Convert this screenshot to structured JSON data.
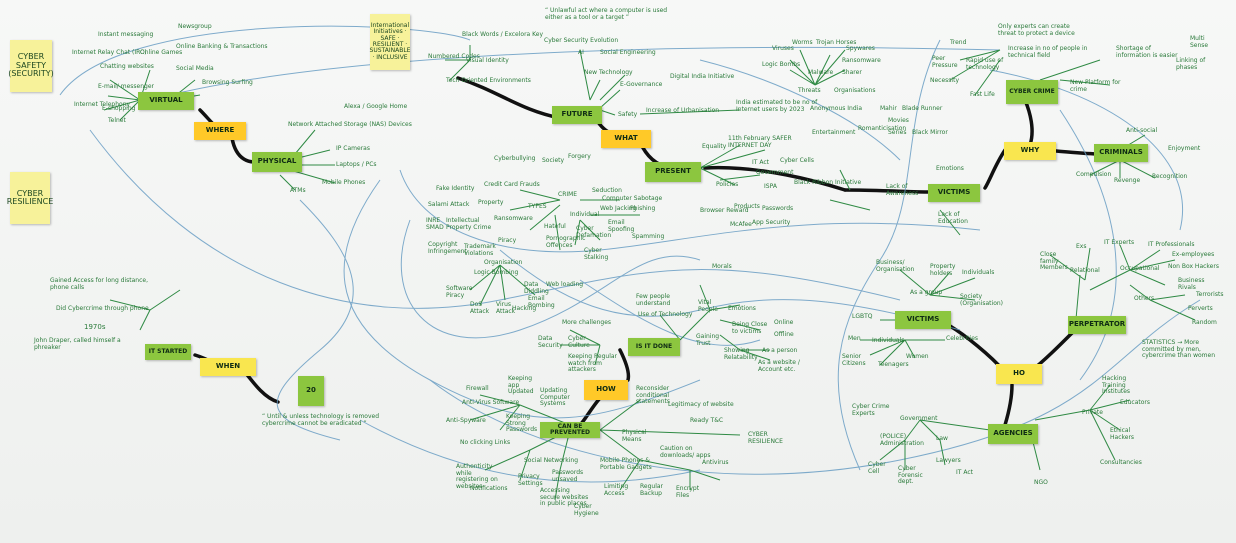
{
  "sticky_notes": {
    "cyber_safety": "CYBER SAFETY (SECURITY)",
    "cyber_resilience": "CYBER RESILIENCE",
    "international_initiatives": "International Initiatives · SAFE · RESILIENT · SUSTAINABLE · INCLUSIVE",
    "virtual": "VIRTUAL",
    "where": "WHERE",
    "physical": "PHYSICAL",
    "future": "FUTURE",
    "what": "WHAT",
    "present": "PRESENT",
    "cyber_crime": "CYBER CRIME",
    "why": "WHY",
    "criminals": "CRIMINALS",
    "victims_top": "VICTIMS",
    "victims_mid": "VICTIMS",
    "perpetrator": "PERPETRATOR",
    "ho": "HO",
    "agencies": "AGENCIES",
    "it_started": "IT STARTED",
    "when": "WHEN",
    "small_note": "20",
    "is_it_done": "IS IT DONE",
    "how": "HOW",
    "can_be_prevented": "CAN BE PREVENTED"
  },
  "labels": {
    "newsgroup": "Newsgroup",
    "internet_relay_chat": "Internet Relay Chat (IRC)",
    "instant_messaging": "Instant messaging",
    "chatting_websites": "Chatting websites",
    "online_games": "Online Games",
    "online_banking": "Online Banking & Transactions",
    "email_messenger": "E-mail/ messenger",
    "social_media": "Social Media",
    "browsing_surfing": "Browsing Surfing",
    "internet_telephony": "Internet Telephony",
    "e_shopping": "E-shopping",
    "telnet": "Telnet",
    "nas": "Network Attached Storage (NAS) Devices",
    "alexa": "Alexa / Google Home",
    "ip_cameras": "IP Cameras",
    "laptops": "Laptops / PCs",
    "mobile_phones": "Mobile Phones",
    "atms": "ATMs",
    "quote_top": "“ Unlawful act where a computer is used either as a tool or a target ”",
    "black_words": "Black Words / Excelora Key",
    "numbered_codes": "Numbered Codes",
    "visual_identity": "Visual Identity",
    "tech_oriented": "Tech Oriented Environments",
    "cyber_security_evolution": "Cyber Security Evolution",
    "ai": "AI",
    "social_engineering": "Social Engineering",
    "new_technology": "New Technology",
    "e_governance": "E-Governance",
    "digital_india": "Digital India Initiative",
    "safety": "Safety",
    "urbanisation": "Increase of Urbanisation",
    "india_estimate": "India estimated to be no of Internet users by 2023",
    "viruses": "Viruses",
    "worms": "Worms",
    "trojan_horses": "Trojan Horses",
    "spyware": "Spywares",
    "malware": "Malware",
    "logic_bombs": "Logic Bombs",
    "ransomware": "Ransomware",
    "sharer": "Sharer",
    "threats": "Threats",
    "anonymous_india": "Anonymous India",
    "organisations": "Organisations",
    "equality": "Equality",
    "safer_internet_day": "11th February SAFER INTERNET DAY",
    "entertainment": "Entertainment",
    "romanticisation": "Romanticisation",
    "series": "Series",
    "movies": "Movies",
    "black_mirror": "Black Mirror",
    "mahir": "Mahir",
    "blade_runner": "Blade Runner",
    "only_experts": "Only experts can create threat to protect a device",
    "trend": "Trend",
    "peer_pressure": "Peer Pressure",
    "rapid_use": "Rapid use of technology",
    "increase_no": "Increase in no of people in technical field",
    "necessity": "Necessity",
    "fast_life": "Fast Life",
    "shortage_info": "Shortage of information is easier",
    "multi_sense": "Multi Sense",
    "linking": "Linking of phases",
    "new_platform": "New Platform for crime",
    "anti_social": "Anti-social",
    "enjoyment": "Enjoyment",
    "compulsion": "Compulsion",
    "revenge": "Revenge",
    "recognition": "Recognition",
    "lack_awareness": "Lack of Awareness",
    "emotions": "Emotions",
    "lack_education": "Lack of Education",
    "cyberbullying": "Cyberbullying",
    "society": "Society",
    "forgery": "Forgery",
    "credit_card_frauds": "Credit Card Frauds",
    "fake_identity": "Fake Identity",
    "salami_attack": "Salami Attack",
    "property": "Property",
    "ransomware2": "Ransomware",
    "intellectual_property": "Intellectual Property Crime",
    "inre_smad": "INRE SMAD",
    "copyright": "Copyright Infringement",
    "trademark": "Trademark Violations",
    "piracy": "Piracy",
    "types": "TYPES",
    "crime": "CRIME",
    "seduction": "Seduction",
    "computer_sabotage": "Computer Sabotage",
    "phishing": "Phishing",
    "web_jacking": "Web Jacking",
    "individual": "Individual",
    "hateful": "Hateful",
    "cyber_defamation": "Cyber Defamation",
    "email_spoofing": "Email Spoofing",
    "spamming": "Spamming",
    "pornographic": "Pornographic Offences",
    "cyber_stalking": "Cyber Stalking",
    "organisation": "Organisation",
    "logic_bombing": "Logic Bombing",
    "software_piracy": "Software Piracy",
    "dos_attack": "DoS Attack",
    "virus_attack": "Virus Attack",
    "data_diddling": "Data Diddling",
    "hacking": "Hacking",
    "email_bombing": "Email Bombing",
    "policies": "Policies",
    "it_act": "IT Act",
    "government": "Government",
    "cyber_cells": "Cyber Cells",
    "ispa": "ISPA",
    "black_ribbon": "Black Ribbon Initiative",
    "browser_reward": "Browser Reward",
    "products": "Products",
    "mcafee": "McAfee",
    "passwords": "Passwords",
    "app_security": "App Security",
    "gained_access": "Gained Access for long distance, phone calls",
    "did_cybercrime": "Did Cybercrime through phone",
    "year_1970": "1970s",
    "john_draper": "John Draper, called himself a phreaker",
    "quote_bottom": "“ Until & unless technology is removed cybercrime cannot be eradicated ”",
    "few_people": "Few people understand",
    "morals": "Morals",
    "use_of_technology": "Use of Technology",
    "vital_people": "Vital People",
    "emotions2": "Emotions",
    "being_close": "Being Close to victims",
    "online": "Online",
    "offline": "Offline",
    "gaining_trust": "Gaining Trust",
    "showing_relatability": "Showing Relatability",
    "as_a_person": "As a person",
    "as_a_website": "As a website / Account etc.",
    "web_loading": "Web loading",
    "keeping_regular": "Keeping Regular watch from attackers",
    "more_challenges": "More challenges",
    "cyber_culture": "Cyber Culture",
    "data_security": "Data Security",
    "keeping_app": "Keeping app Updated",
    "updated_computer": "Updating Computer Systems",
    "firewall": "Firewall",
    "antivirus": "Anti-Virus Software",
    "anti_spyware": "Anti-Spyware",
    "keeping_strong": "Keeping Strong Passwords",
    "no_clicking": "No clicking Links",
    "social_networking": "Social Networking",
    "authenticity": "Authenticity while registering on websites",
    "privacy_settings": "Privacy Settings",
    "notifications": "Notifications",
    "password_unsaved": "Passwords unsaved",
    "cyber_hygiene": "Cyber Hygiene",
    "accessing_secure": "Accessing secure websites in public places",
    "physical_means": "Physical Means",
    "mobile_phones_gadgets": "Mobile Phones & Portable Gadgets",
    "caution_downloads": "Caution on downloads/ apps",
    "regular_backup": "Regular Backup",
    "encrypt_files": "Encrypt Files",
    "limiting_access": "Limiting Access",
    "antivirus_h": "Antivirus",
    "legitimacy": "Legitimacy of website",
    "ready_tnc": "Ready T&C",
    "reconsider": "Reconsider conditional statements",
    "cyber_resilience_lbl": "CYBER RESILIENCE",
    "business_org": "Business/ Organisation",
    "property_holders": "Property holders",
    "individuals": "Individuals",
    "as_a_group": "As a group",
    "society_org": "Society (Organisation)",
    "lgbtq": "LGBTQ",
    "men": "Men",
    "individuals2": "Individuals",
    "celebrities": "Celebrities",
    "senior_citizens": "Senior Citizens",
    "teenagers": "Teenagers",
    "women": "Women",
    "cyber_crime_experts": "Cyber Crime Experts",
    "government2": "Government",
    "police": "(POLICE) Administration",
    "law": "Law",
    "cyber_cell": "Cyber Cell",
    "cyber_forensic": "Cyber Forensic dept.",
    "lawyers": "Lawyers",
    "it_act2": "IT Act",
    "ngo": "NGO",
    "private": "Private",
    "hacking_training": "Hacking Training Institutes",
    "educators": "Educators",
    "ethical_hackers": "Ethical Hackers",
    "consultancies": "Consultancies",
    "statistics": "STATISTICS → More committed by men, cybercrime than women",
    "relational": "Relational",
    "exs": "Exs",
    "close_family": "Close family Members",
    "occupational": "Occupational",
    "it_experts": "IT Experts",
    "it_professionals": "IT Professionals",
    "ex_employees": "Ex-employees",
    "non_box_hackers": "Non Box Hackers",
    "business_rivals": "Business Rivals",
    "terrorists": "Terrorists",
    "others": "Others",
    "perverts": "Perverts",
    "random": "Random"
  },
  "colors": {
    "board": "#f4f5f4",
    "ink_green": "#2a7a3a",
    "ink_blue": "#6a9ec4",
    "ink_black": "#111111",
    "note_green": "#8cc63f",
    "note_yellow": "#f9e64f",
    "note_orange": "#ffc928",
    "note_pale": "#f7f29a"
  }
}
